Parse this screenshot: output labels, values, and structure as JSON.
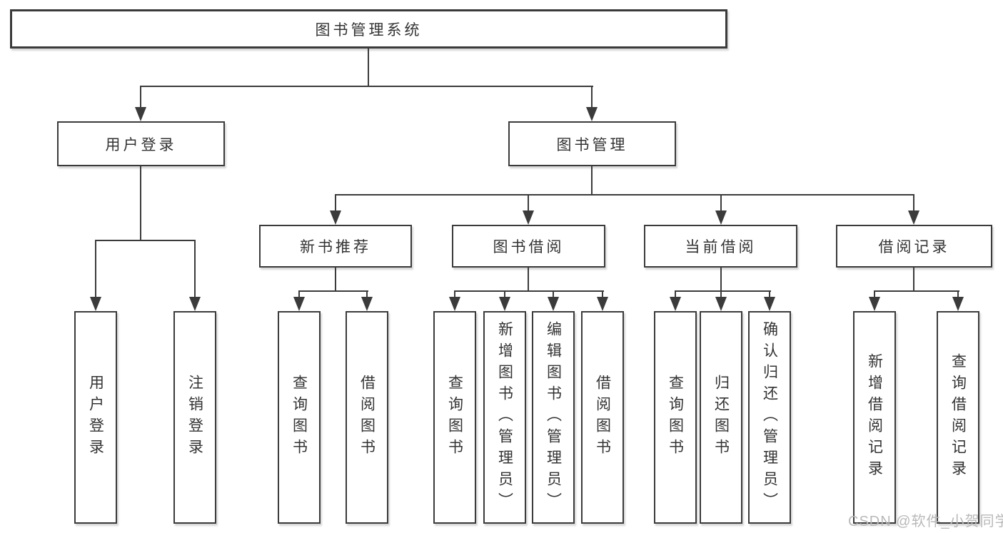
{
  "diagram": {
    "root": "图书管理系统",
    "level2": [
      "用户登录",
      "图书管理"
    ],
    "level3": [
      "新书推荐",
      "图书借阅",
      "当前借阅",
      "借阅记录"
    ],
    "leaves": {
      "user_login": [
        "用户登录",
        "注销登录"
      ],
      "new_book_rec": [
        "查询图书",
        "借阅图书"
      ],
      "book_borrow": [
        "查询图书",
        "新增图书（管理员）",
        "编辑图书（管理员）",
        "借阅图书"
      ],
      "current_borrow": [
        "查询图书",
        "归还图书",
        "确认归还（管理员）"
      ],
      "borrow_records": [
        "新增借阅记录",
        "查询借阅记录"
      ]
    }
  },
  "watermark": "CSDN @软件_小贺同学",
  "colors": {
    "line": "#3b3b3b",
    "text": "#333333",
    "box_bg": "#ffffff",
    "watermark": "#b9b9b9"
  }
}
